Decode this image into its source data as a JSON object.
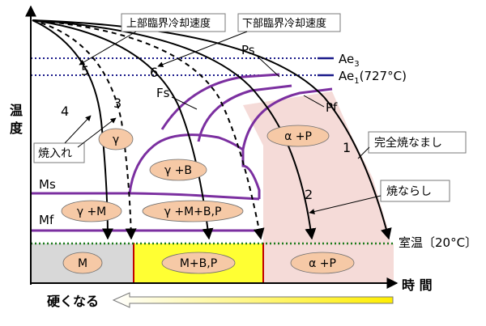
{
  "axes": {
    "y_label_1": "温",
    "y_label_2": "度",
    "x_label": "時 間"
  },
  "callouts": {
    "upper_critical": "上部臨界冷却速度",
    "lower_critical": "下部臨界冷却速度",
    "quench": "焼入れ",
    "full_anneal": "完全焼なまし",
    "normalize": "焼ならし"
  },
  "lines": {
    "ps": "Ps",
    "pf": "Pf",
    "fs": "Fs",
    "ms": "Ms",
    "mf": "Mf",
    "ae3": "Ae",
    "ae3_sub": "3",
    "ae1": "Ae",
    "ae1_sub": "1",
    "ae1_temp": "(727°C)",
    "room_temp": "室温〔20°C〕"
  },
  "curves": {
    "c1": "1",
    "c2": "2",
    "c3": "3",
    "c4": "4",
    "c5": "5",
    "c6": "6"
  },
  "phases": {
    "gamma": "γ",
    "gamma_b": "γ +B",
    "gamma_m": "γ +M",
    "gamma_m_bp": "γ +M+B,P",
    "alpha_p_upper": "α +P",
    "m": "M",
    "m_bp": "M+B,P",
    "alpha_p_lower": "α +P"
  },
  "bottom": {
    "harder": "硬くなる"
  },
  "colors": {
    "pearlite_region": "#f5dbd8",
    "martensite_region": "#d8d8d8",
    "bainite_region": "#ffff33",
    "transformation_lines": "#7b2fa0",
    "critical_temps": "#1a1a8a",
    "room_temp_line": "#1a7a1a",
    "phase_oval": "#f6c9a6",
    "region_boundary": "#c00000"
  }
}
